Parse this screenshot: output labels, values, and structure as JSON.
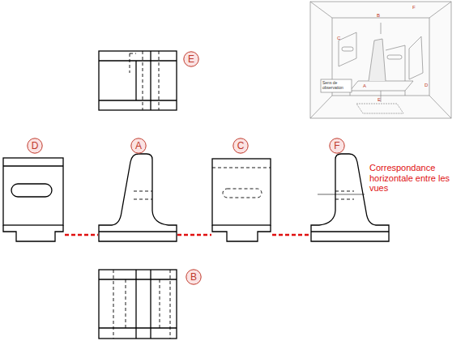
{
  "diagram": {
    "nodes": [
      {
        "text": [
          "E"
        ]
      },
      {
        "text": [
          "D"
        ]
      },
      {
        "text": [
          "A"
        ]
      },
      {
        "text": [
          "C"
        ]
      },
      {
        "text": [
          "F"
        ]
      },
      {
        "text": [
          "B"
        ]
      }
    ],
    "labels": [
      "Correspondance horizontale entre les vues",
      "B",
      "F",
      "C",
      "A",
      "D",
      "E",
      "Sens de observation"
    ]
  }
}
